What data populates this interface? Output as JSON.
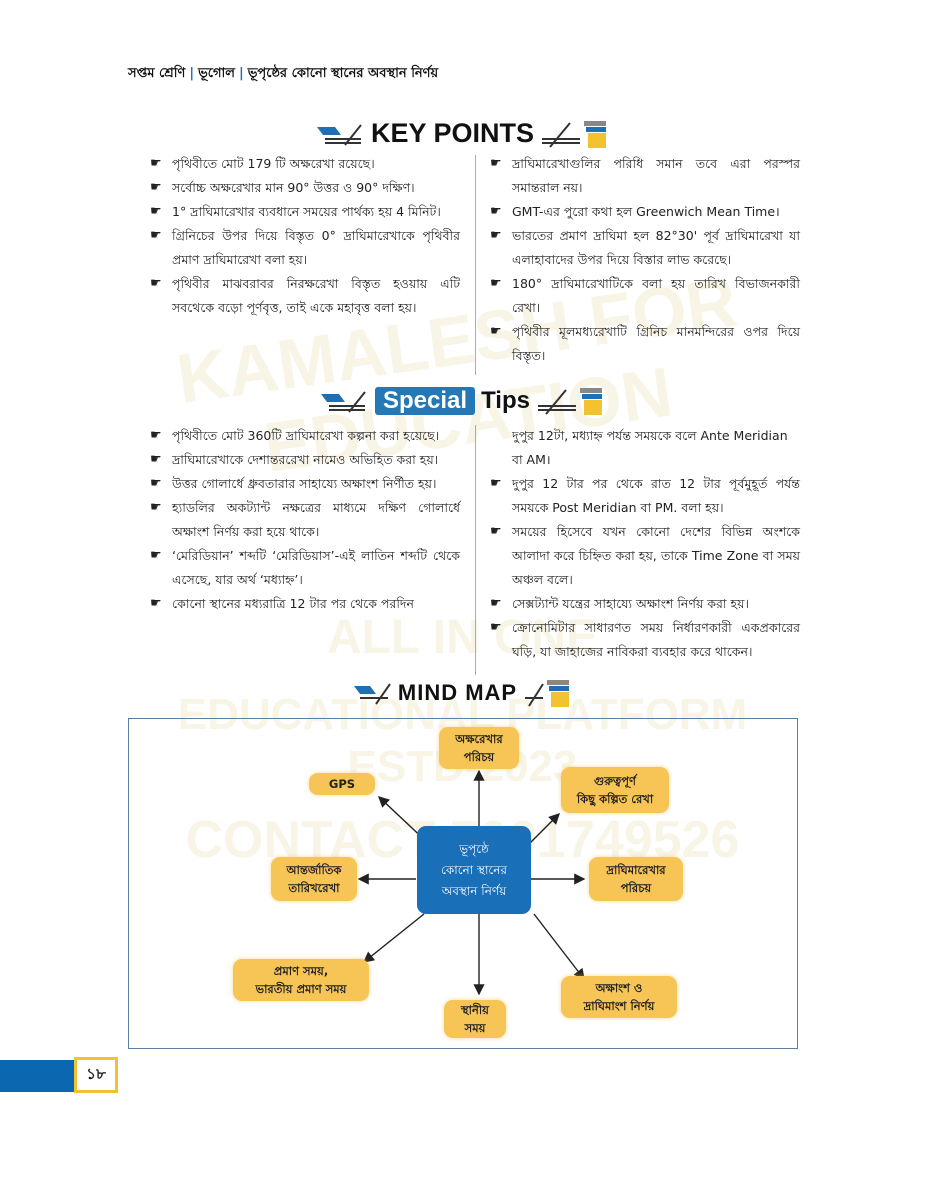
{
  "header": {
    "class": "সপ্তম শ্রেণি",
    "subject": "ভূগোল",
    "chapter": "ভূপৃষ্ঠের কোনো স্থানের অবস্থান নির্ণয়",
    "separator": "|"
  },
  "watermark": {
    "line1": "KAMALESH FOR EDUCATION",
    "line2": "ALL IN ONE",
    "line3": "EDUCATIONAL PLATFORM",
    "line4": "ESTD-2023",
    "line5": "CONTACT 7001749526"
  },
  "key_points": {
    "title": "KEY POINTS",
    "left": [
      "পৃথিবীতে মোট 179 টি অক্ষরেখা রয়েছে।",
      "সর্বোচ্চ অক্ষরেখার মান 90° উত্তর ও 90° দক্ষিণ।",
      "1° দ্রাঘিমারেখার ব্যবধানে সময়ের পার্থক্য হয় 4 মিনিট।",
      "গ্রিনিচের উপর দিয়ে বিস্তৃত 0° দ্রাঘিমারেখাকে পৃথিবীর প্রমাণ দ্রাঘিমারেখা বলা হয়।",
      "পৃথিবীর মাঝবরাবর নিরক্ষরেখা বিস্তৃত হওয়ায় এটি সবথেকে বড়ো পূর্ণবৃত্ত, তাই একে মহাবৃত্ত বলা হয়।"
    ],
    "right": [
      "দ্রাঘিমারেখাগুলির পরিধি সমান তবে এরা পরস্পর সমান্তরাল নয়।",
      "GMT-এর পুরো কথা হল Greenwich Mean Time।",
      "ভারতের প্রমাণ দ্রাঘিমা হল 82°30' পূর্ব দ্রাঘিমারেখা যা এলাহাবাদের উপর দিয়ে বিস্তার লাভ করেছে।",
      "180° দ্রাঘিমারেখাটিকে বলা হয় তারিখ বিভাজনকারী রেখা।",
      "পৃথিবীর মূলমধ্যরেখাটি গ্রিনিচ মানমন্দিরের ওপর দিয়ে বিস্তৃত।"
    ]
  },
  "special_tips": {
    "title_highlight": "Special",
    "title_rest": "Tips",
    "left": [
      "পৃথিবীতে মোট 360টি দ্রাঘিমারেখা কল্পনা করা হয়েছে।",
      "দ্রাঘিমারেখাকে দেশান্তররেখা নামেও অভিহিত করা হয়।",
      "উত্তর গোলার্ধে ধ্রুবতারার সাহায্যে অক্ষাংশ নির্ণীত হয়।",
      "হ্যাডলির অকট্যান্ট নক্ষত্রের মাধ্যমে দক্ষিণ গোলার্ধে অক্ষাংশ নির্ণয় করা হয়ে থাকে।",
      "‘মেরিডিয়ান’ শব্দটি ‘মেরিডিয়াস’-এই লাতিন শব্দটি থেকে এসেছে, যার অর্থ ‘মধ্যাহ্ন’।",
      "কোনো স্থানের মধ্যরাত্রি 12 টার পর থেকে পরদিন"
    ],
    "right_continuation": "দুপুর 12টা, মধ্যাহ্ন পর্যন্ত সময়কে বলে Ante Meridian বা AM।",
    "right": [
      "দুপুর 12 টার পর থেকে রাত 12 টার পূর্বমুহূর্ত পর্যন্ত সময়কে Post Meridian বা PM. বলা হয়।",
      "সময়ের হিসেবে যখন কোনো দেশের বিভিন্ন অংশকে আলাদা করে চিহ্নিত করা হয়, তাকে Time Zone বা সময় অঞ্চল বলে।",
      "সেক্সট্যান্ট যন্ত্রের সাহায্যে অক্ষাংশ নির্ণয় করা হয়।",
      "ক্রোনোমিটার সাধারণত সময় নির্ধারণকারী একপ্রকারের ঘড়ি, যা জাহাজের নাবিকরা ব্যবহার করে থাকেন।"
    ]
  },
  "mind_map": {
    "title": "MIND MAP",
    "center": [
      "ভূপৃষ্ঠে",
      "কোনো স্থানের",
      "অবস্থান নির্ণয়"
    ],
    "nodes": {
      "top": [
        "অক্ষরেখার",
        "পরিচয়"
      ],
      "gps": [
        "GPS"
      ],
      "important": [
        "গুরুত্বপূর্ণ",
        "কিছু কল্পিত রেখা"
      ],
      "idl": [
        "আন্তর্জাতিক",
        "তারিখরেখা"
      ],
      "longitude": [
        "দ্রাঘিমারেখার",
        "পরিচয়"
      ],
      "standard_time": [
        "প্রমাণ সময়,",
        "ভারতীয় প্রমাণ সময়"
      ],
      "local_time": [
        "স্থানীয়",
        "সময়"
      ],
      "lat_long": [
        "অক্ষাংশ ও",
        "দ্রাঘিমাংশ নির্ণয়"
      ]
    },
    "colors": {
      "center": "#1a6fb9",
      "node": "#f6c556"
    }
  },
  "page_number": "১৮"
}
